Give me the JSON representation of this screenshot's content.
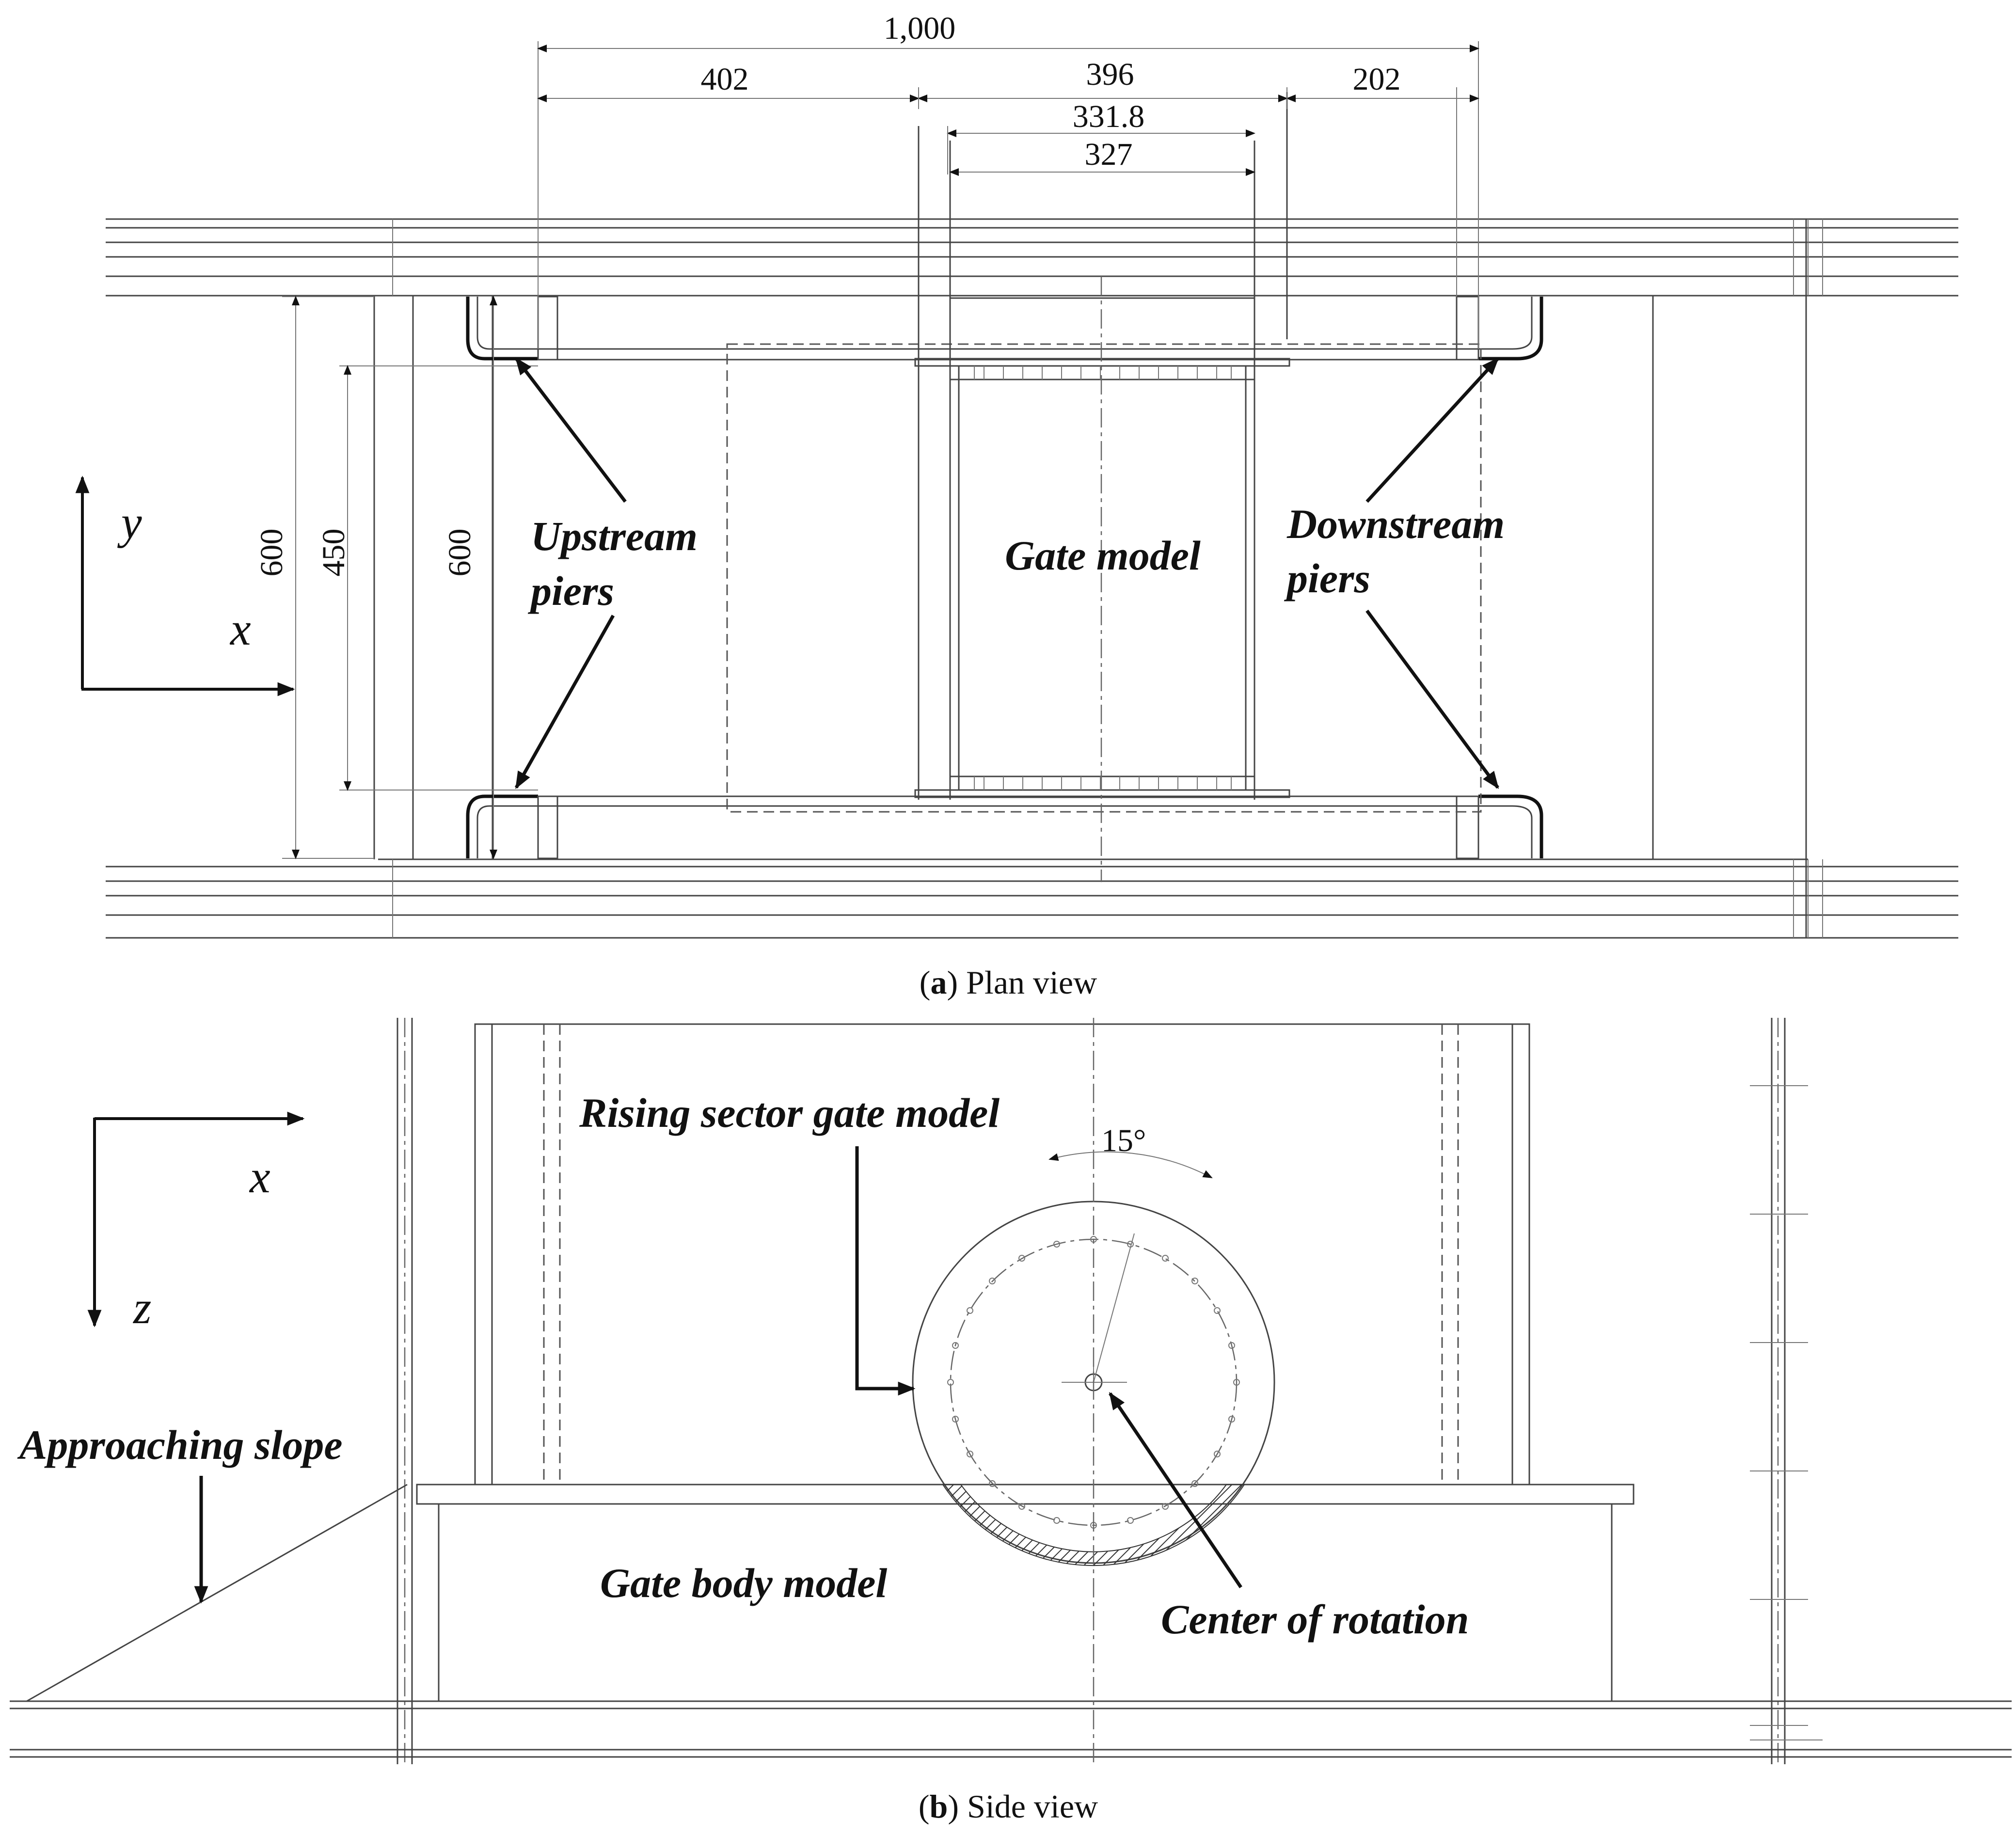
{
  "plan_view": {
    "caption_letter": "a",
    "caption_text": "Plan view",
    "dims": {
      "total_length": "1,000",
      "upstream_length": "402",
      "gate_length": "396",
      "downstream_length": "202",
      "gate_inner_1": "331.8",
      "gate_inner_2": "327",
      "width_outer_left": "600",
      "width_gate": "450",
      "width_outer_right": "600"
    },
    "axis_x": "x",
    "axis_y": "y",
    "labels": {
      "upstream_line1": "Upstream",
      "upstream_line2": "piers",
      "gate_model": "Gate model",
      "downstream_line1": "Downstream",
      "downstream_line2": "piers"
    }
  },
  "side_view": {
    "caption_letter": "b",
    "caption_text": "Side view",
    "axis_x": "x",
    "axis_z": "z",
    "labels": {
      "rising_sector_gate": "Rising sector gate model",
      "angle": "15°",
      "approaching_slope": "Approaching slope",
      "gate_body": "Gate body model",
      "center_of_rotation": "Center of rotation"
    }
  },
  "caption_paren_open": "(",
  "caption_paren_close": ")"
}
